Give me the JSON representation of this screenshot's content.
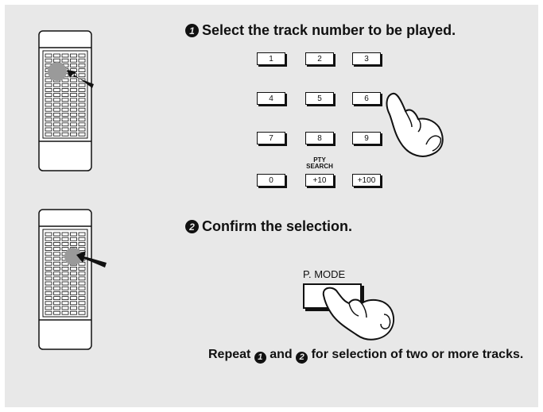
{
  "steps": [
    {
      "number": "1",
      "text": "Select the track number to be played."
    },
    {
      "number": "2",
      "text": "Confirm the selection."
    }
  ],
  "keypad": {
    "keys": [
      "1",
      "2",
      "3",
      "4",
      "5",
      "6",
      "7",
      "8",
      "9",
      "0",
      "+10",
      "+100"
    ],
    "pty_search_label": "PTY\nSEARCH"
  },
  "pmode": {
    "label": "P. MODE"
  },
  "note": {
    "part1": "Repeat ",
    "ref1": "1",
    "part2": " and ",
    "ref2": "2",
    "part3": " for selection of two or more tracks."
  },
  "icons": [
    "remote-control-icon",
    "pointing-hand-icon",
    "arrow-icon"
  ]
}
